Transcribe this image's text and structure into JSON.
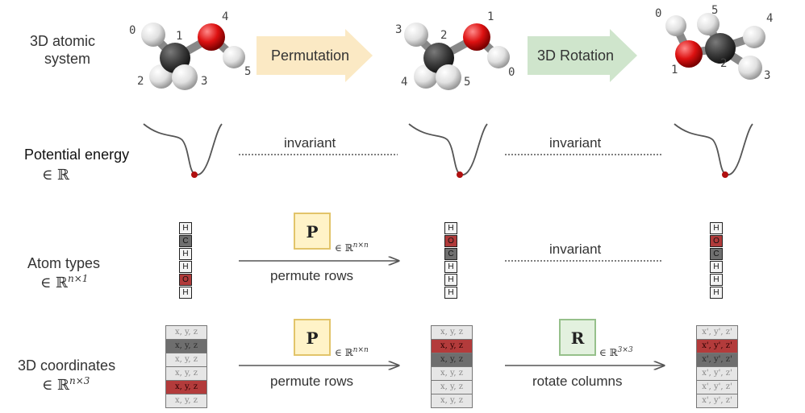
{
  "rows": {
    "system": {
      "label_line1": "3D atomic",
      "label_line2": "system"
    },
    "energy": {
      "label": "Potential energy",
      "domain_symbol": "∈ ℝ"
    },
    "types": {
      "label": "Atom types",
      "domain_prefix": "∈ ℝ",
      "domain_sup": "n×1"
    },
    "coords": {
      "label": "3D coordinates",
      "domain_prefix": "∈ ℝ",
      "domain_sup": "n×3"
    }
  },
  "steps": {
    "permutation": {
      "banner": "Permutation",
      "color": "#fbe9c4"
    },
    "rotation": {
      "banner": "3D Rotation",
      "color": "#cfe5cc"
    }
  },
  "relations": {
    "energy_1": "invariant",
    "energy_2": "invariant",
    "types_2": "invariant",
    "types_1": "permute rows",
    "coords_1": "permute rows",
    "coords_2": "rotate columns"
  },
  "matrices": {
    "P_symbol": "P",
    "P_domain_prefix": "∈ ℝ",
    "P_domain_sup": "n×n",
    "R_symbol": "R",
    "R_domain_prefix": "∈ ℝ",
    "R_domain_sup": "3×3"
  },
  "molecules": {
    "m1_labels": [
      "0",
      "1",
      "4",
      "2",
      "3",
      "5"
    ],
    "m2_labels": [
      "3",
      "2",
      "1",
      "4",
      "5",
      "0"
    ],
    "m3_labels": [
      "0",
      "5",
      "4",
      "1",
      "2",
      "3"
    ]
  },
  "atom_types": {
    "original": [
      "H",
      "C",
      "H",
      "H",
      "O",
      "H"
    ],
    "permuted": [
      "H",
      "O",
      "C",
      "H",
      "H",
      "H"
    ],
    "rotated": [
      "H",
      "O",
      "C",
      "H",
      "H",
      "H"
    ]
  },
  "coordinates": {
    "original": [
      "x, y, z",
      "x, y, z",
      "x, y, z",
      "x, y, z",
      "x, y, z",
      "x, y, z"
    ],
    "permuted": [
      "x, y, z",
      "x, y, z",
      "x, y, z",
      "x, y, z",
      "x, y, z",
      "x, y, z"
    ],
    "rotated": [
      "x', y', z'",
      "x', y', z'",
      "x', y', z'",
      "x', y', z'",
      "x', y', z'",
      "x', y', z'"
    ]
  },
  "colors": {
    "carbon": "#3a3a3a",
    "oxygen": "#d21010",
    "hydrogen": "#e8e8e8",
    "well_dot": "#b01010"
  }
}
